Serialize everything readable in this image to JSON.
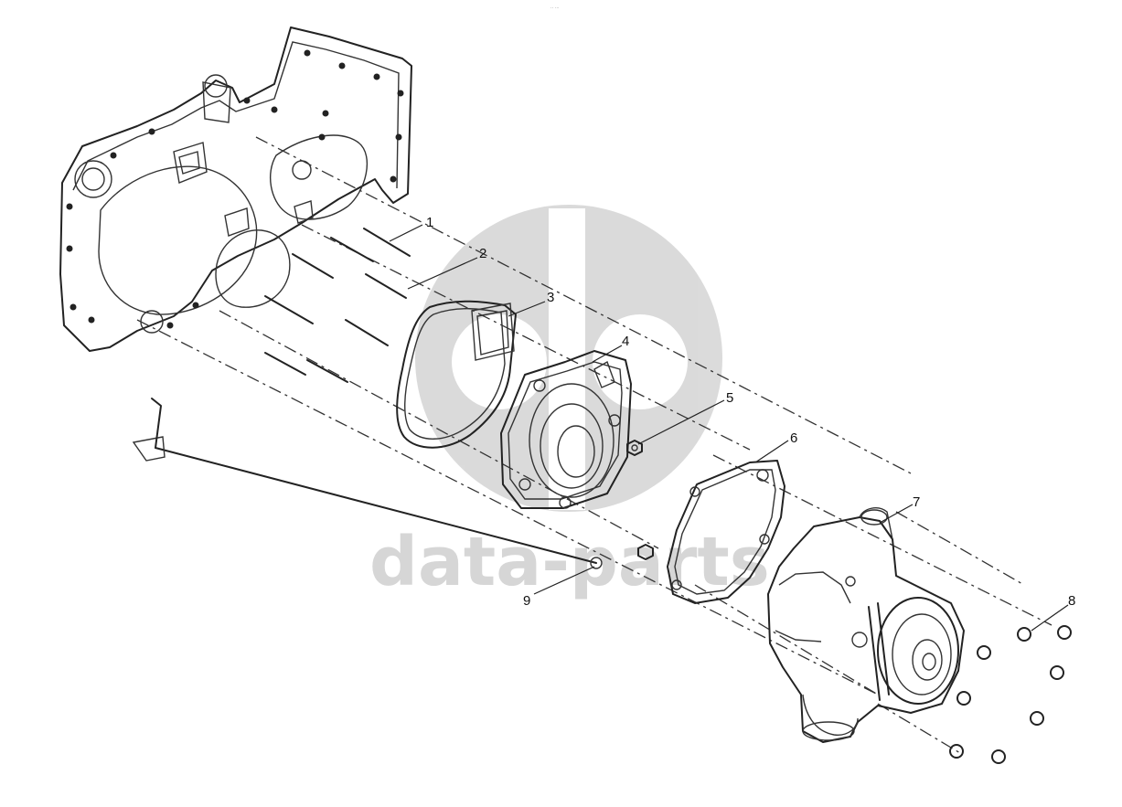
{
  "header": {
    "tiny_mark": "·· ···"
  },
  "watermark": {
    "text": "data-parts",
    "color": "#c9c9c9"
  },
  "callouts": [
    {
      "number": "1"
    },
    {
      "number": "2"
    },
    {
      "number": "3"
    },
    {
      "number": "4"
    },
    {
      "number": "5"
    },
    {
      "number": "6"
    },
    {
      "number": "7"
    },
    {
      "number": "8"
    },
    {
      "number": "9"
    }
  ]
}
